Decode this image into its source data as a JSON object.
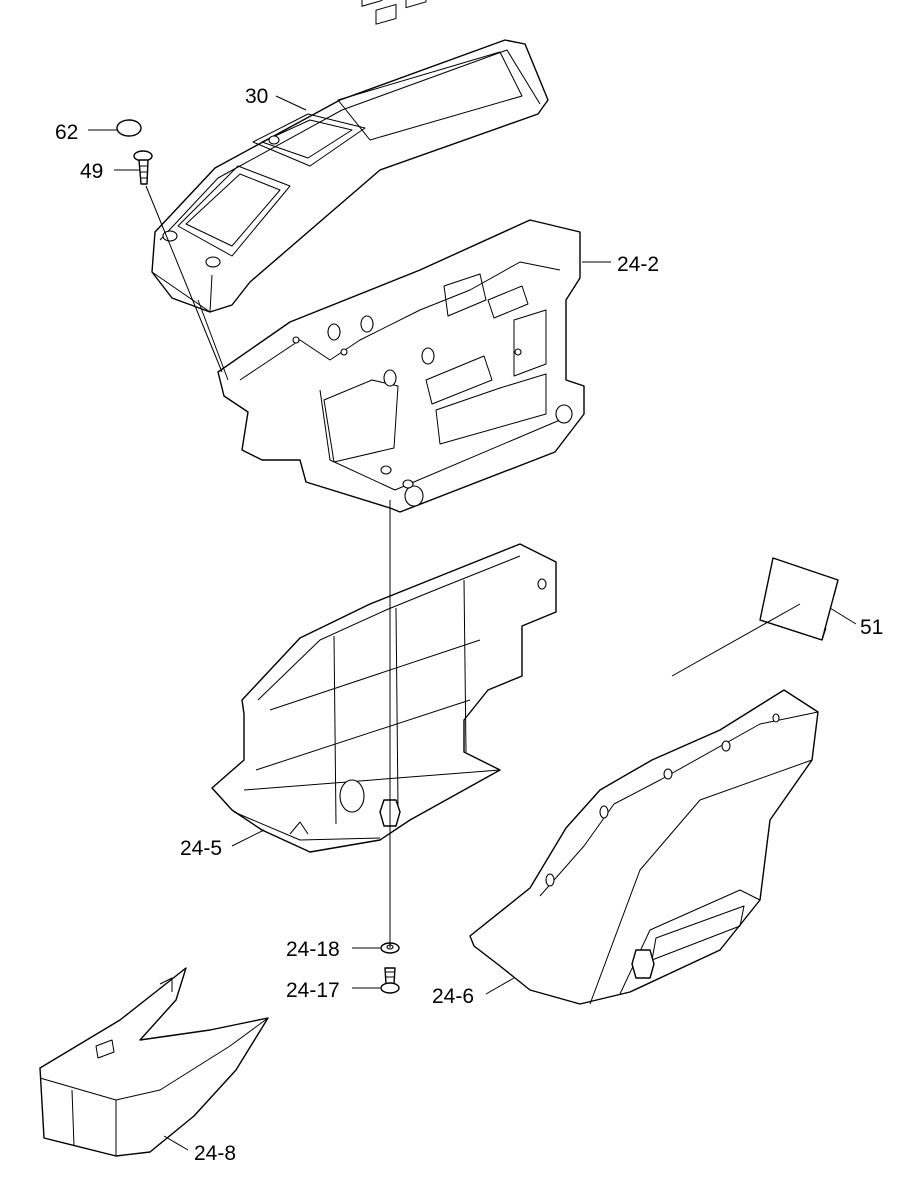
{
  "labels": {
    "p30": "30",
    "p62": "62",
    "p49": "49",
    "p24_2": "24-2",
    "p51": "51",
    "p24_5": "24-5",
    "p24_18": "24-18",
    "p24_17": "24-17",
    "p24_6": "24-6",
    "p24_8": "24-8"
  }
}
